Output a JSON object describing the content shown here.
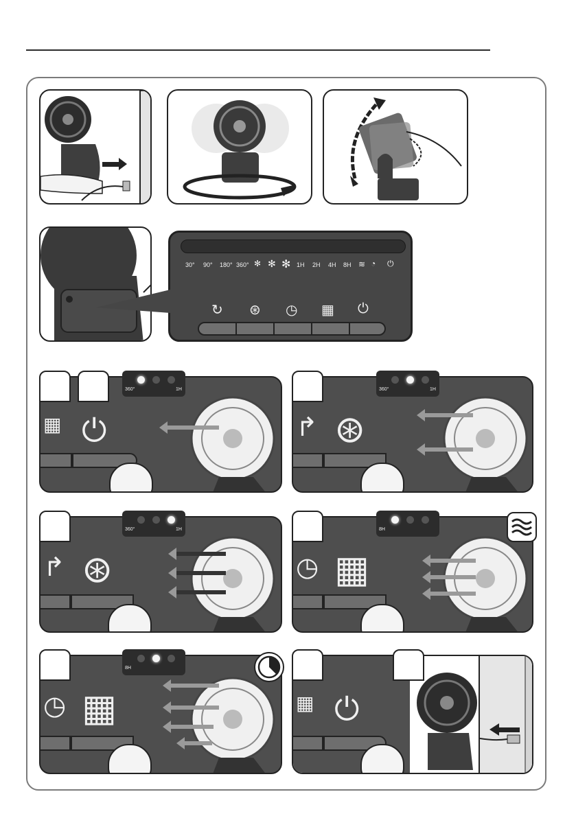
{
  "control_panel": {
    "indicators": [
      "30°",
      "90°",
      "180°",
      "360°",
      "1H",
      "2H",
      "4H",
      "8H"
    ],
    "buttons": [
      "oscillation-icon",
      "fan-speed-icon",
      "timer-icon",
      "mode-icon",
      "power-icon"
    ]
  },
  "steps": {
    "step_power": {
      "strip_labels": [
        "360°",
        "1H"
      ],
      "active_dot": 0
    },
    "step_speed2": {
      "strip_labels": [
        "360°",
        "1H"
      ],
      "active_dot": 1
    },
    "step_speed3": {
      "strip_labels": [
        "360°",
        "1H"
      ],
      "active_dot": 2
    },
    "step_mode_natural": {
      "strip_labels": [
        "8H"
      ],
      "active_dot": 0
    },
    "step_mode_sleep": {
      "strip_labels": [
        "8H"
      ],
      "active_dot": 1
    }
  },
  "colors": {
    "panel": "#464646",
    "strip": "#2c2c2c",
    "outline": "#222222",
    "arrow": "#9a9a9a"
  }
}
